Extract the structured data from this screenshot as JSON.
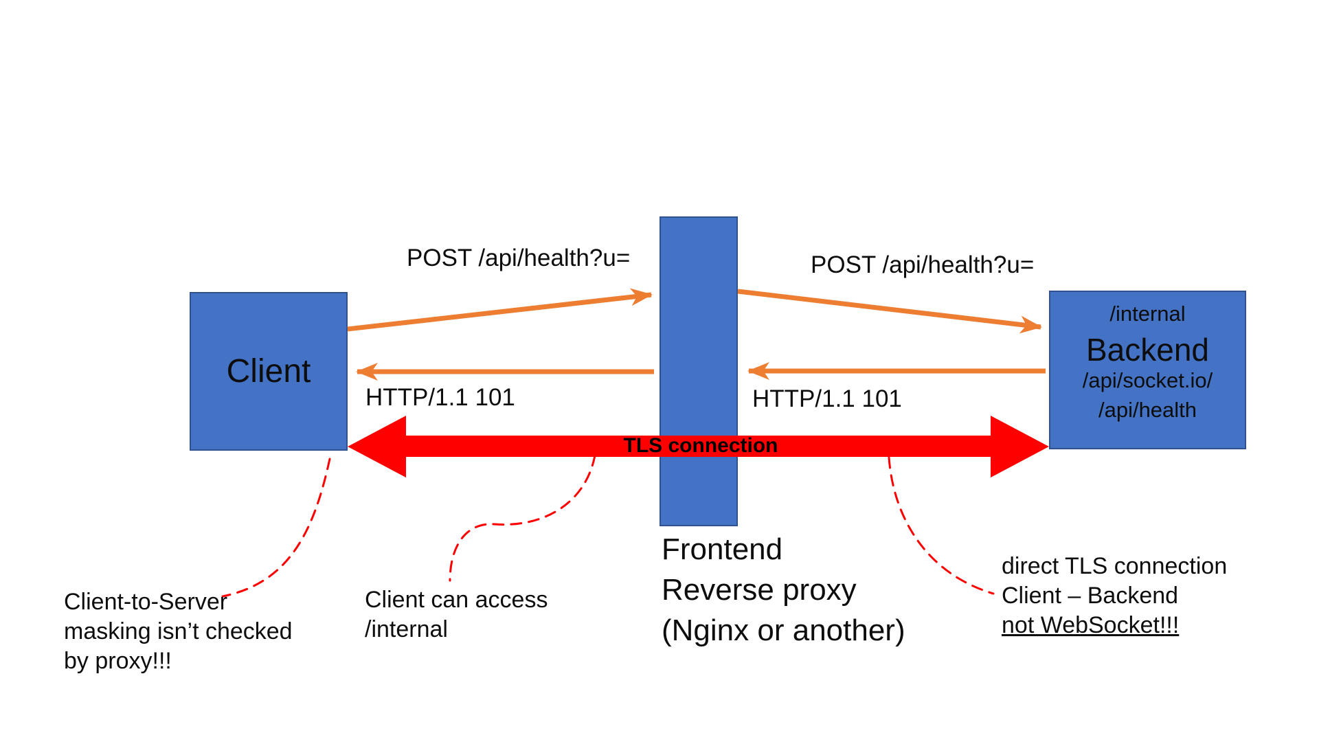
{
  "canvas": {
    "background": "#ffffff"
  },
  "colors": {
    "box_fill": "#4472C4",
    "box_border": "#2F528F",
    "orange_arrow": "#ED7D31",
    "red_arrow": "#FF0000",
    "red_dashed": "#FF0000",
    "text": "#0d0d0d"
  },
  "nodes": {
    "client": {
      "label": "Client"
    },
    "proxy": {
      "caption_lines": [
        "Frontend",
        "Reverse proxy",
        "(Nginx or another)"
      ]
    },
    "backend": {
      "path_top": "/internal",
      "title": "Backend",
      "path_mid": "/api/socket.io/",
      "path_bottom": "/api/health"
    }
  },
  "messages": {
    "post_client_to_proxy": "POST /api/health?u=",
    "post_proxy_to_backend": "POST /api/health?u=",
    "http_proxy_to_client": "HTTP/1.1 101",
    "http_backend_to_proxy": "HTTP/1.1 101",
    "tls_connection": "TLS connection"
  },
  "annotations": {
    "left": {
      "line1": "Client-to-Server",
      "line2": "masking isn’t checked",
      "line3": "by proxy!!!"
    },
    "middle": {
      "line1": "Client can access",
      "line2": "/internal"
    },
    "right": {
      "line1": "direct TLS connection",
      "line2": "Client – Backend",
      "line3": "not WebSocket!!!"
    }
  }
}
